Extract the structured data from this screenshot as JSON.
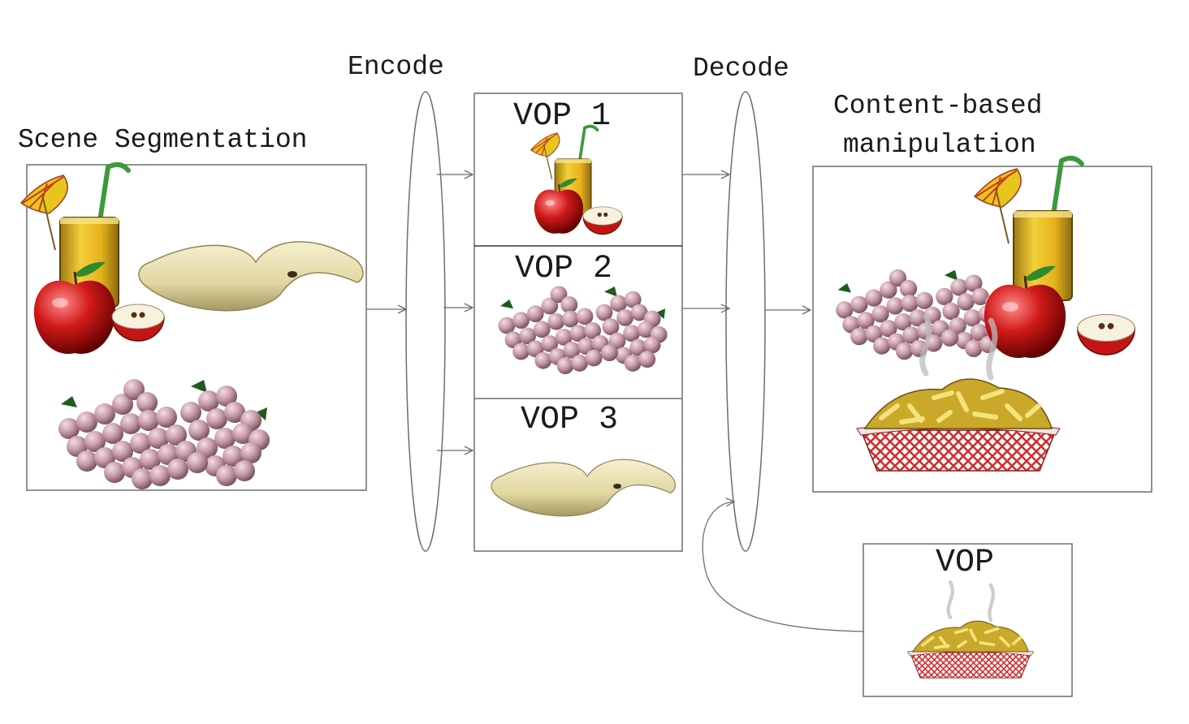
{
  "labels": {
    "scene_segmentation": "Scene Segmentation",
    "encode": "Encode",
    "decode": "Decode",
    "content_based": "Content-based",
    "manipulation": "manipulation",
    "vop1": "VOP 1",
    "vop2": "VOP 2",
    "vop3": "VOP 3",
    "vop": "VOP"
  },
  "colors": {
    "line": "#6d6d6d",
    "apple": "#c41414",
    "juice": "#e8b81c",
    "straw": "#3c9a3c",
    "grape": "#c9a0ac",
    "banana": "#e7dfae",
    "fries": "#d4b83a",
    "basket": "#d32a2a"
  }
}
